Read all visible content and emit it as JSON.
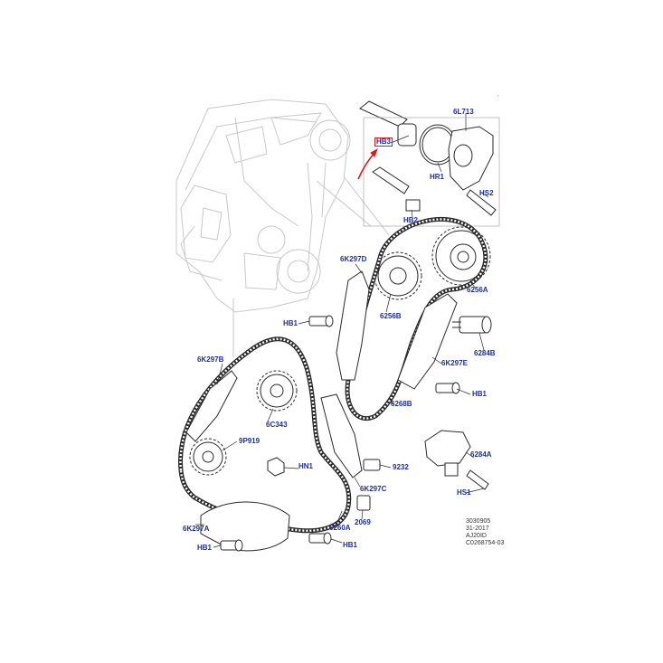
{
  "diagram": {
    "labels": {
      "p6L713": "6L713",
      "hb3": "HB3",
      "hr1": "HR1",
      "hs2": "HS2",
      "hb2": "HB2",
      "p6K297D": "6K297D",
      "p6256A": "6256A",
      "p6256B": "6256B",
      "hb1_top": "HB1",
      "p6284B": "6284B",
      "p6K297E": "6K297E",
      "p6K297B": "6K297B",
      "hb1_right": "HB1",
      "p6268B": "6268B",
      "p6C343": "6C343",
      "p9P919": "9P919",
      "p6284A": "6284A",
      "hn1": "HN1",
      "p9232": "9232",
      "p6K297C": "6K297C",
      "hs1": "HS1",
      "p6K297A": "6K297A",
      "p6260A": "6260A",
      "p2069": "2069",
      "hb1_left": "HB1",
      "hb1_bottom": "HB1"
    },
    "info_lines": [
      "3030905",
      "31-2017",
      "AJ20ID",
      "C0268754-03"
    ],
    "colors": {
      "label": "#1f2f9a",
      "highlight": "#e01818",
      "line": "#2a2a2a",
      "ghost": "#c8c8c8"
    }
  }
}
